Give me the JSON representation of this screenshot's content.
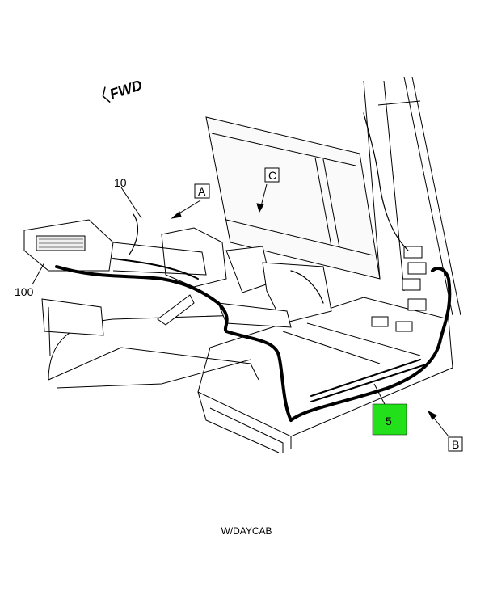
{
  "orientation": {
    "text": "FWD"
  },
  "callouts": {
    "item_10": "10",
    "item_100": "100",
    "item_5": "5",
    "view_a": "A",
    "view_b": "B",
    "view_c": "C"
  },
  "caption": "W/DAYCAB",
  "colors": {
    "highlight": "#22e01a",
    "line": "#000000"
  }
}
